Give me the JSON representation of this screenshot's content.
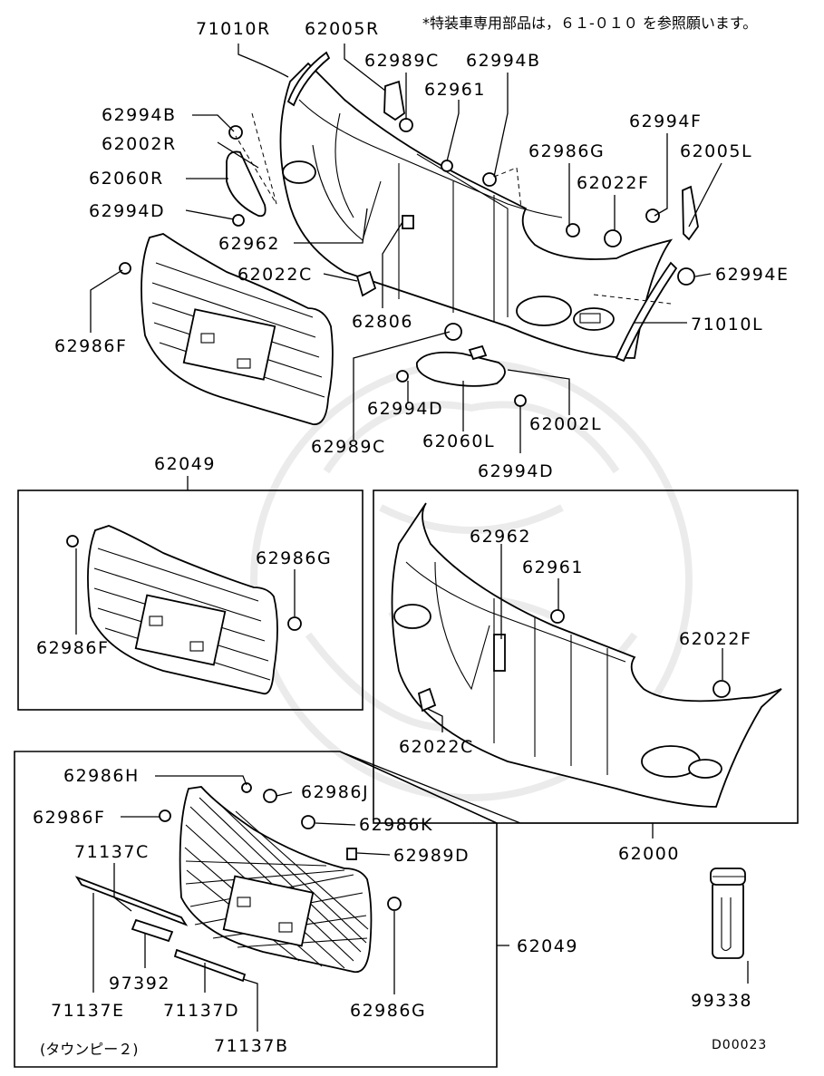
{
  "header_note": "*特装車専用部品は，６１-０１０ を参照願います。",
  "diagram_code": "D00023",
  "variant_label": "(タウンピー２)",
  "callouts": {
    "c71010R": "71010R",
    "c62005R": "62005R",
    "c62989C_top": "62989C",
    "c62994B_top": "62994B",
    "c62961_top": "62961",
    "c62994B_left": "62994B",
    "c62002R": "62002R",
    "c62060R": "62060R",
    "c62994D_left": "62994D",
    "c62994F": "62994F",
    "c62986G_top": "62986G",
    "c62005L": "62005L",
    "c62022F_top": "62022F",
    "c62962_top": "62962",
    "c62022C_top": "62022C",
    "c62994E": "62994E",
    "c62806": "62806",
    "c71010L": "71010L",
    "c62986F_top": "62986F",
    "c62994D_mid": "62994D",
    "c62002L": "62002L",
    "c62989C_bottom": "62989C",
    "c62060L": "62060L",
    "c62994D_bottom": "62994D",
    "c62049_box1": "62049",
    "c62986G_box1": "62986G",
    "c62986F_box1": "62986F",
    "c62962_box2": "62962",
    "c62961_box2": "62961",
    "c62022F_box2": "62022F",
    "c62022C_box2": "62022C",
    "c62000": "62000",
    "c62986H": "62986H",
    "c62986J": "62986J",
    "c62986F_box3": "62986F",
    "c62986K": "62986K",
    "c71137C": "71137C",
    "c62989D": "62989D",
    "c62049_box3": "62049",
    "c97392": "97392",
    "c71137E": "71137E",
    "c71137D": "71137D",
    "c62986G_box3": "62986G",
    "c71137B": "71137B",
    "c99338": "99338"
  }
}
